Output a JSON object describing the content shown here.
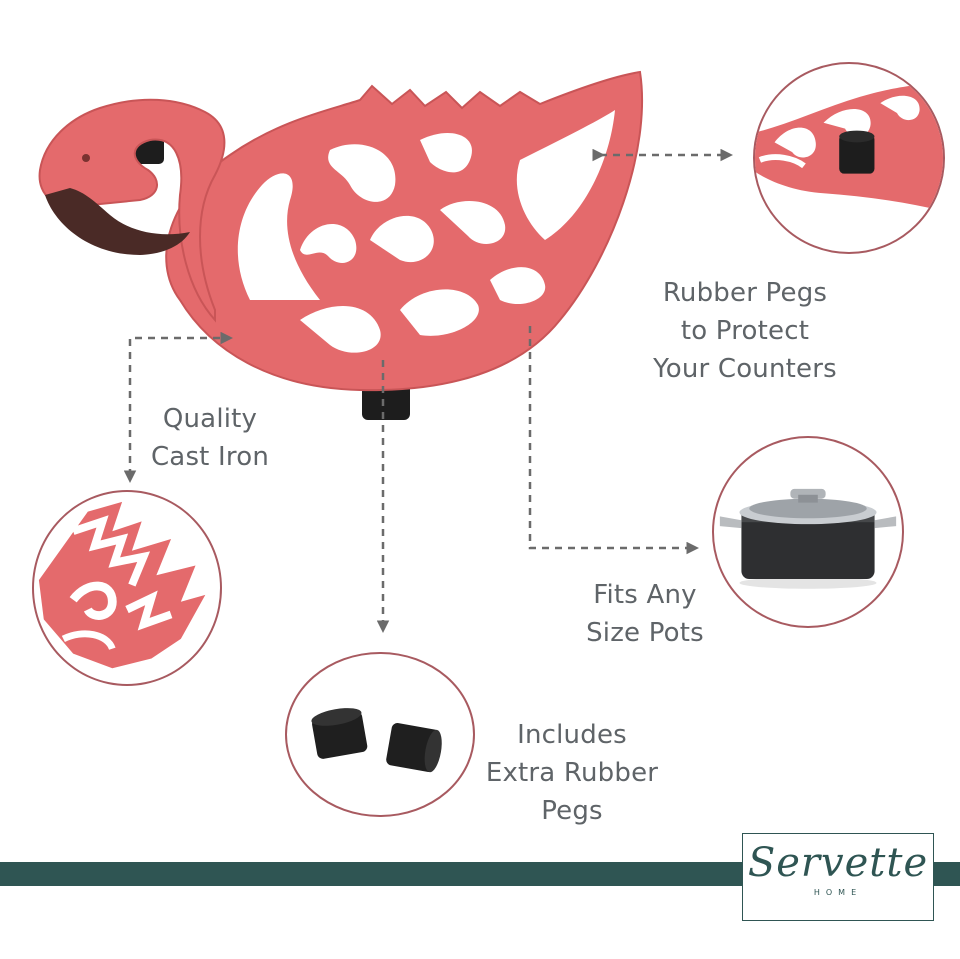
{
  "features": {
    "pegs": {
      "lines": [
        "Rubber Pegs",
        "to Protect",
        "Your Counters"
      ]
    },
    "iron": {
      "lines": [
        "Quality",
        "Cast Iron"
      ]
    },
    "pots": {
      "lines": [
        "Fits Any",
        "Size Pots"
      ]
    },
    "extra": {
      "lines": [
        "Includes",
        "Extra Rubber",
        "Pegs"
      ]
    }
  },
  "brand": {
    "name": "Servette",
    "sub": "HOME"
  },
  "colors": {
    "trivet": "#e46a6c",
    "circle_border": "#a85a60",
    "band": "#2f5553",
    "text": "#5f6468",
    "arrow": "#6b6b6b"
  }
}
